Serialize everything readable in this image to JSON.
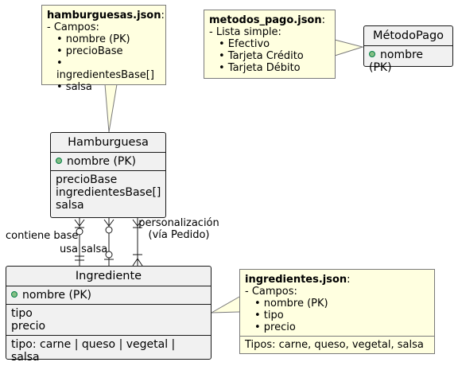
{
  "notes": {
    "hamburguesas": {
      "file": "hamburguesas.json",
      "line1": "- Campos:",
      "items": [
        "• nombre (PK)",
        "• precioBase",
        "• ingredientesBase[]",
        "• salsa"
      ]
    },
    "metodos": {
      "file": "metodos_pago.json",
      "line1": "- Lista simple:",
      "items": [
        "• Efectivo",
        "• Tarjeta Crédito",
        "• Tarjeta Débito"
      ]
    },
    "ingredientes": {
      "file": "ingredientes.json",
      "line1": "- Campos:",
      "items": [
        "• nombre (PK)",
        "• tipo",
        "• precio"
      ],
      "footer": "Tipos: carne, queso, vegetal, salsa"
    }
  },
  "entities": {
    "metodo_pago": {
      "title": "MétodoPago",
      "pk": "nombre (PK)"
    },
    "hamburguesa": {
      "title": "Hamburguesa",
      "pk": "nombre (PK)",
      "fields": [
        "precioBase",
        "ingredientesBase[]",
        "salsa"
      ]
    },
    "ingrediente": {
      "title": "Ingrediente",
      "pk": "nombre (PK)",
      "fields": [
        "tipo",
        "precio"
      ],
      "footer": "tipo: carne | queso | vegetal | salsa"
    }
  },
  "relations": {
    "contiene": "contiene base",
    "usa": "usa salsa",
    "personalizacion": [
      "personalización",
      "(vía Pedido)"
    ]
  }
}
